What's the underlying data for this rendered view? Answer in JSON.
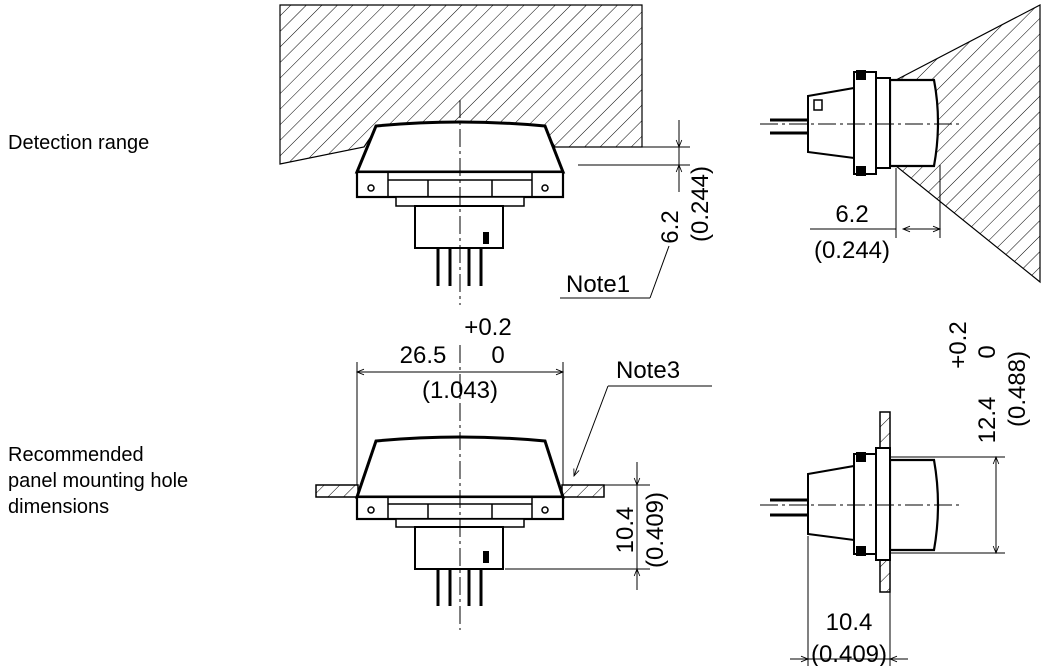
{
  "labels": {
    "detection_range": "Detection range",
    "mounting_line1": "Recommended",
    "mounting_line2": "panel mounting hole",
    "mounting_line3": "dimensions"
  },
  "dimensions": {
    "front_top_mm": "6.2",
    "front_top_in": "(0.244)",
    "side_top_mm": "6.2",
    "side_top_in": "(0.244)",
    "width_tol": "+0.2",
    "width_mm": "26.5",
    "width_tol_low": "0",
    "width_in": "(1.043)",
    "front_bottom_mm": "10.4",
    "front_bottom_in": "(0.409)",
    "side_height_tol": "+0.2",
    "side_height_tol_low": "0",
    "side_height_mm": "12.4",
    "side_height_in": "(0.488)",
    "side_bottom_mm": "10.4",
    "side_bottom_in": "(0.409)"
  },
  "notes": {
    "note1": "Note1",
    "note3": "Note3"
  }
}
